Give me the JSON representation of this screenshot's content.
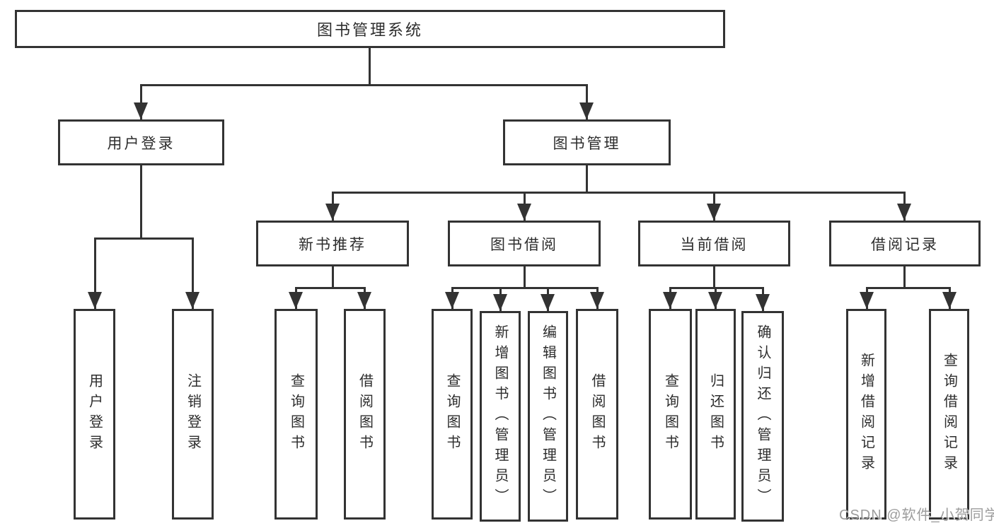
{
  "tree": {
    "root": {
      "label": "图书管理系统",
      "children": [
        {
          "label": "用户登录",
          "children": [
            {
              "label": "用户登录"
            },
            {
              "label": "注销登录"
            }
          ]
        },
        {
          "label": "图书管理",
          "children": [
            {
              "label": "新书推荐",
              "children": [
                {
                  "label": "查询图书"
                },
                {
                  "label": "借阅图书"
                }
              ]
            },
            {
              "label": "图书借阅",
              "children": [
                {
                  "label": "查询图书"
                },
                {
                  "label": "新增图书（管理员）"
                },
                {
                  "label": "编辑图书（管理员）"
                },
                {
                  "label": "借阅图书"
                }
              ]
            },
            {
              "label": "当前借阅",
              "children": [
                {
                  "label": "查询图书"
                },
                {
                  "label": "归还图书"
                },
                {
                  "label": "确认归还（管理员）"
                }
              ]
            },
            {
              "label": "借阅记录",
              "children": [
                {
                  "label": "新增借阅记录"
                },
                {
                  "label": "查询借阅记录"
                }
              ]
            }
          ]
        }
      ]
    }
  },
  "watermark": {
    "text": "CSDN @软件_小贺同学"
  },
  "colors": {
    "line": "#333333",
    "text": "#2d2d2d",
    "watermark": "#9c9c9c",
    "background": "#ffffff"
  }
}
